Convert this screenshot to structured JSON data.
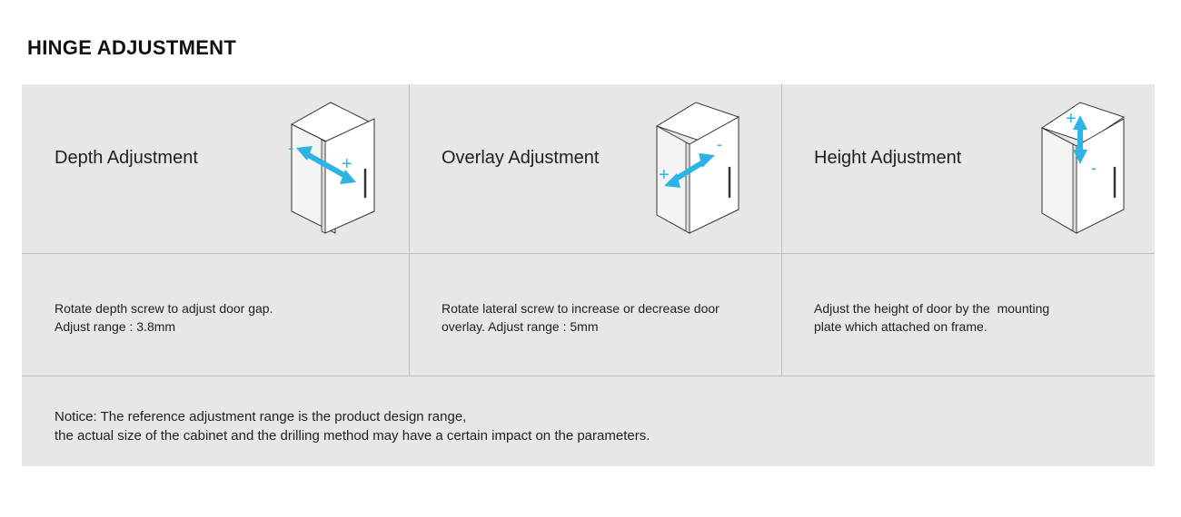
{
  "title": "HINGE ADJUSTMENT",
  "colors": {
    "arrow": "#2bb4e4",
    "panel": "#e7e7e7",
    "divider": "#bdbdbd"
  },
  "columns": [
    {
      "heading": "Depth Adjustment",
      "illustration": "cabinet-depth-arrow-icon",
      "minus": "-",
      "plus": "+",
      "lines": [
        "Rotate depth screw to adjust door gap.",
        "Adjust range : 3.8mm"
      ]
    },
    {
      "heading": "Overlay Adjustment",
      "illustration": "cabinet-overlay-arrow-icon",
      "minus": "-",
      "plus": "+",
      "lines": [
        "Rotate lateral screw to increase or decrease door",
        "overlay. Adjust range : 5mm"
      ]
    },
    {
      "heading": "Height Adjustment",
      "illustration": "cabinet-height-arrow-icon",
      "minus": "-",
      "plus": "+",
      "lines": [
        "Adjust the height of door by the  mounting",
        "plate which attached on frame."
      ]
    }
  ],
  "notice": {
    "lines": [
      "Notice: The reference adjustment range is the product design range,",
      "the actual size of the cabinet and the drilling method may have a certain impact on the parameters."
    ]
  }
}
